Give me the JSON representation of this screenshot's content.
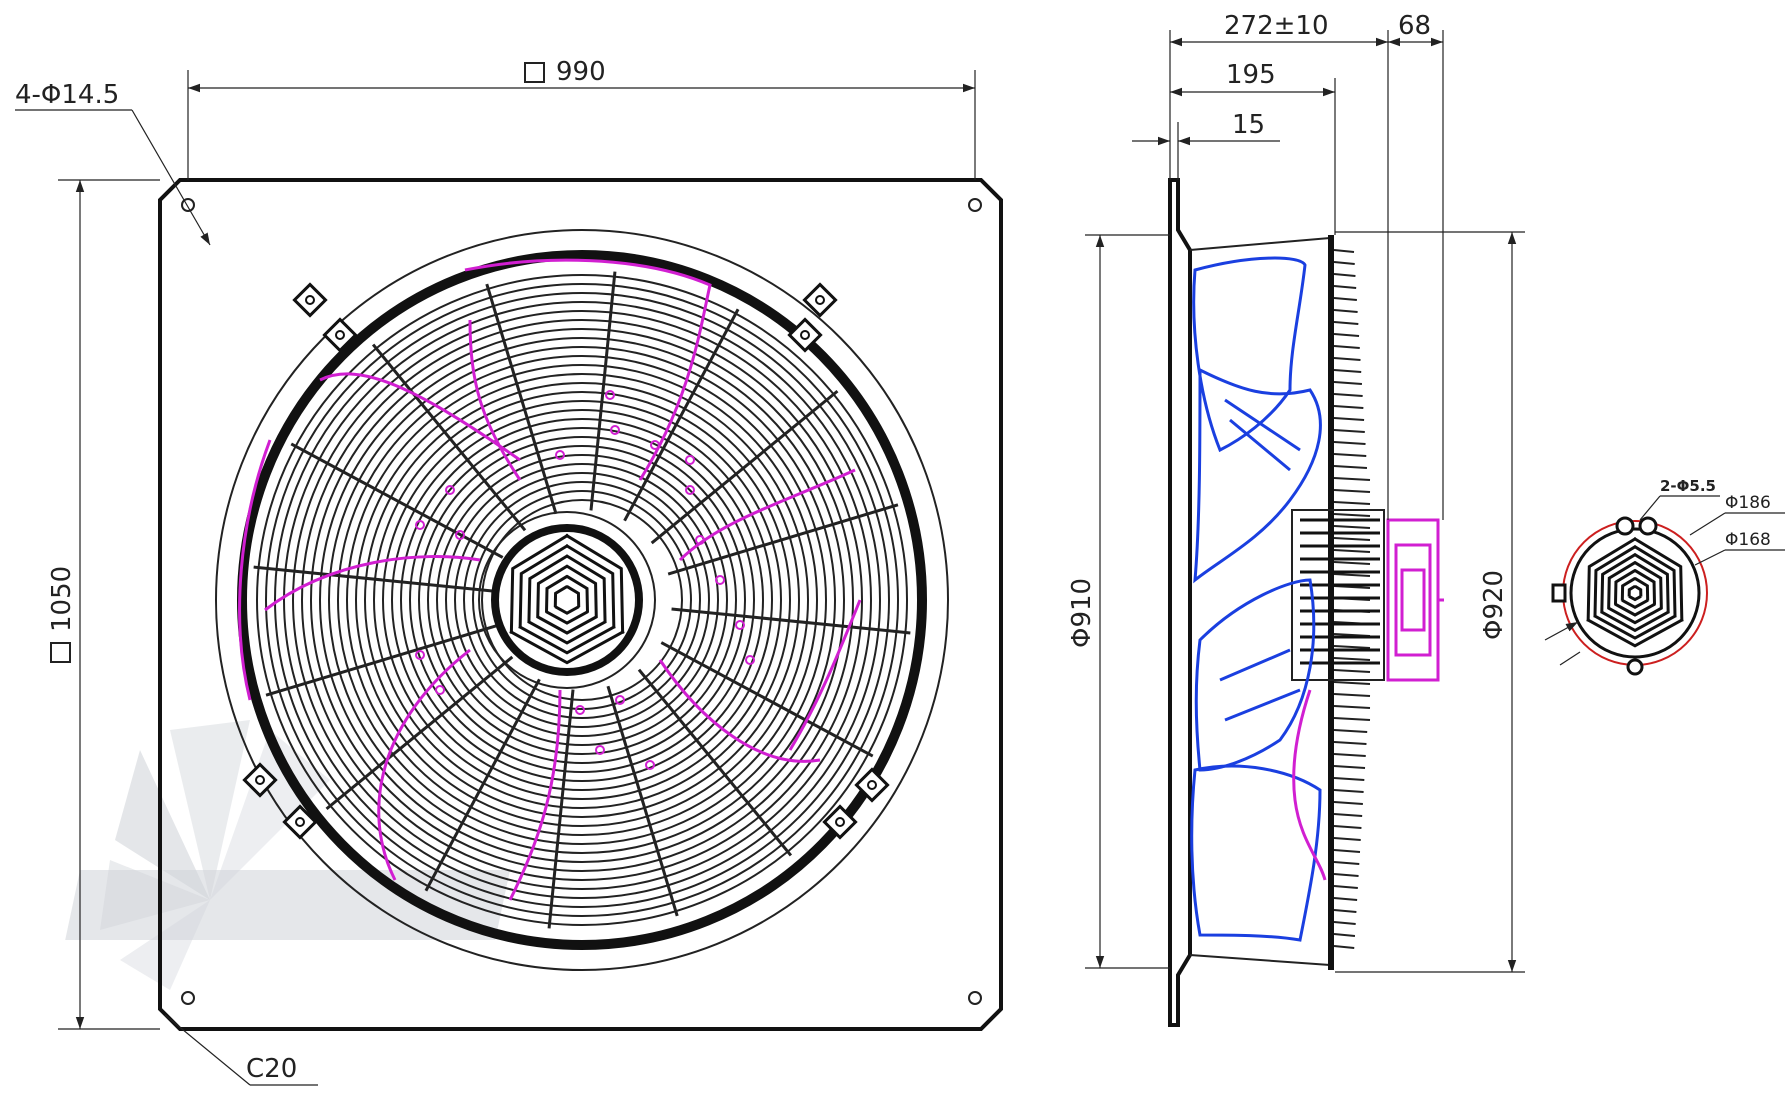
{
  "front_view": {
    "holes_label": "4-Φ14.5",
    "width_label": "990",
    "height_label": "1050",
    "chamfer_label": "C20"
  },
  "side_view": {
    "depth_label": "272±10",
    "motor_offset_label": "68",
    "body_depth_label": "195",
    "flange_label": "15",
    "inner_diameter_label": "Φ910",
    "outer_diameter_label": "Φ920"
  },
  "rear_view": {
    "mount_holes_label": "2-Φ5.5",
    "outer_diameter_label": "Φ186",
    "inner_diameter_label": "Φ168"
  },
  "colors": {
    "line": "#222222",
    "wiring": "#d11fd1",
    "blade": "#1a3fe0",
    "rear_circle": "#cc1f1f",
    "watermark": "#cfd3d8"
  }
}
